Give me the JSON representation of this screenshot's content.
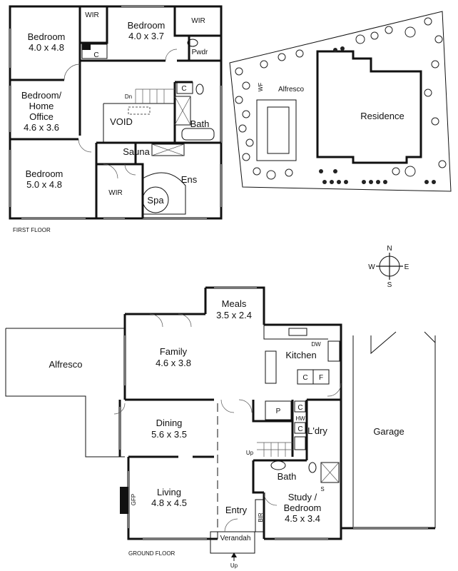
{
  "first_floor": {
    "caption": "FIRST FLOOR",
    "rooms": {
      "bed1": {
        "name": "Bedroom",
        "size": "4.0 x 4.8"
      },
      "wir_top": {
        "name": "WIR"
      },
      "bed2": {
        "name": "Bedroom",
        "size": "4.0 x 3.7"
      },
      "wir_bed2": {
        "name": "WIR"
      },
      "c_top": {
        "name": "C"
      },
      "pwdr": {
        "name": "Pwdr"
      },
      "office": {
        "line1": "Bedroom/",
        "line2": "Home",
        "line3": "Office",
        "size": "4.6 x 3.6"
      },
      "dn": {
        "name": "Dn"
      },
      "c_mid": {
        "name": "C"
      },
      "void": {
        "name": "VOID"
      },
      "bath": {
        "name": "Bath"
      },
      "sauna": {
        "name": "Sauna"
      },
      "bed3": {
        "name": "Bedroom",
        "size": "5.0 x 4.8"
      },
      "wir_bed3": {
        "name": "WIR"
      },
      "spa": {
        "name": "Spa"
      },
      "ens": {
        "name": "Ens"
      }
    }
  },
  "site": {
    "wf": "WF",
    "alfresco": "Alfresco",
    "residence": "Residence"
  },
  "compass": {
    "n": "N",
    "s": "S",
    "e": "E",
    "w": "W"
  },
  "ground_floor": {
    "caption": "GROUND FLOOR",
    "rooms": {
      "meals": {
        "name": "Meals",
        "size": "3.5 x 2.4"
      },
      "dw": {
        "name": "DW"
      },
      "kitchen": {
        "name": "Kitchen"
      },
      "c_kitchen": {
        "name": "C"
      },
      "f_kitchen": {
        "name": "F"
      },
      "alfresco": {
        "name": "Alfresco"
      },
      "family": {
        "name": "Family",
        "size": "4.6 x 3.8"
      },
      "p": {
        "name": "P"
      },
      "hw": {
        "name": "HW"
      },
      "c1": {
        "name": "C"
      },
      "ldry": {
        "name": "L'dry"
      },
      "c2": {
        "name": "C"
      },
      "dining": {
        "name": "Dining",
        "size": "5.6 x 3.5"
      },
      "up_stair": {
        "name": "Up"
      },
      "garage": {
        "name": "Garage"
      },
      "bath": {
        "name": "Bath"
      },
      "s": {
        "name": "S"
      },
      "gfp": {
        "name": "GFP"
      },
      "living": {
        "name": "Living",
        "size": "4.8 x 4.5"
      },
      "entry": {
        "name": "Entry"
      },
      "bir": {
        "name": "BIR"
      },
      "study": {
        "line1": "Study /",
        "line2": "Bedroom",
        "size": "4.5 x 3.4"
      },
      "verandah": {
        "name": "Verandah"
      },
      "up_front": {
        "name": "Up"
      }
    }
  }
}
